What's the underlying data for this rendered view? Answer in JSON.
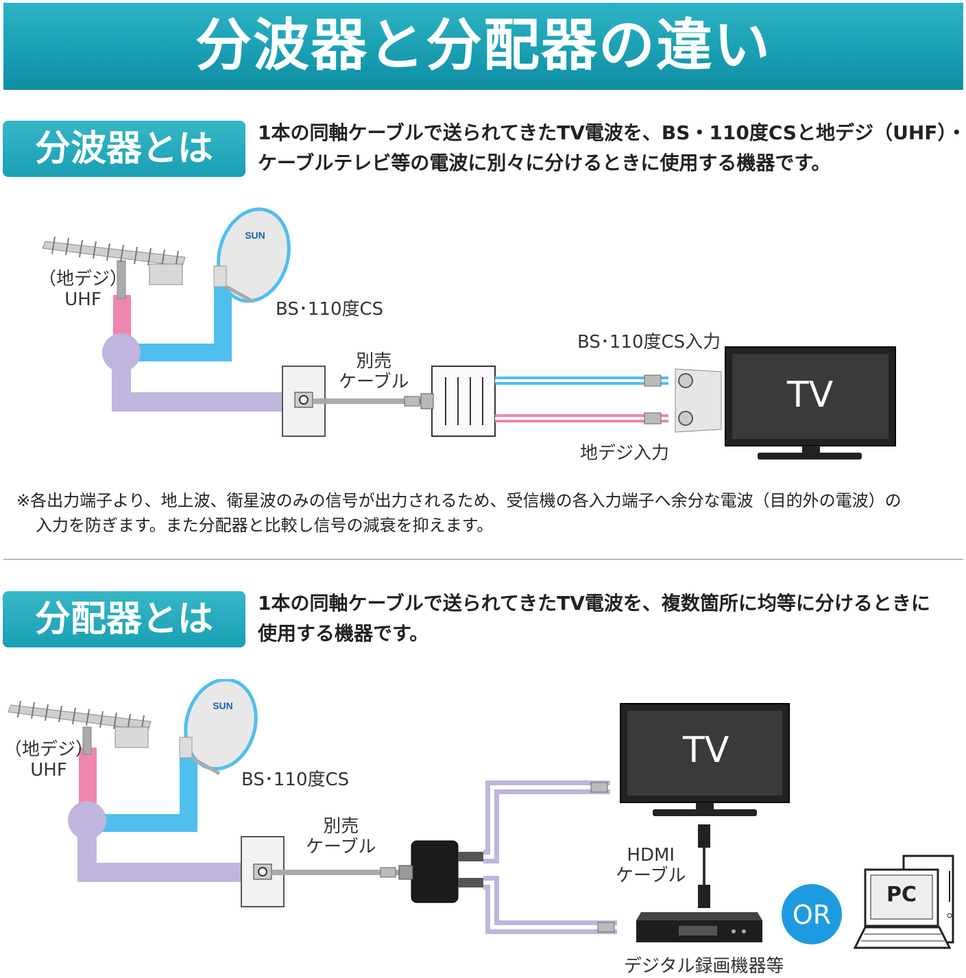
{
  "header": {
    "title": "分波器と分配器の違い"
  },
  "section1": {
    "heading": "分波器とは",
    "desc_line1": "1本の同軸ケーブルで送られてきたTV電波を、BS・110度CSと地デジ（UHF）・",
    "desc_line2": "ケーブルテレビ等の電波に別々に分けるときに使用する機器です。",
    "antenna_label_1": "（地デジ）",
    "antenna_label_2": "UHF",
    "dish_label": "BS･110度CS",
    "cable_label_1": "別売",
    "cable_label_2": "ケーブル",
    "bs_input_label": "BS･110度CS入力",
    "terrestrial_input_label": "地デジ入力",
    "tv_label": "TV",
    "note_line1": "※各出力端子より、地上波、衛星波のみの信号が出力されるため、受信機の各入力端子へ余分な電波（目的外の電波）の",
    "note_line2": "入力を防ぎます。また分配器と比較し信号の減衰を抑えます。"
  },
  "section2": {
    "heading": "分配器とは",
    "desc_line1": "1本の同軸ケーブルで送られてきたTV電波を、複数箇所に均等に分けるときに",
    "desc_line2": "使用する機器です。",
    "antenna_label_1": "（地デジ）",
    "antenna_label_2": "UHF",
    "dish_label": "BS･110度CS",
    "cable_label_1": "別売",
    "cable_label_2": "ケーブル",
    "tv_label": "TV",
    "hdmi_label_1": "HDMI",
    "hdmi_label_2": "ケーブル",
    "or_label": "OR",
    "pc_label": "PC",
    "recorder_label": "デジタル録画機器等"
  },
  "colors": {
    "banner": "#1a9fb3",
    "uhf_line": "#ee86b0",
    "bs_line": "#4fbfee",
    "mixed_line": "#bfb5dd",
    "or_badge": "#1e9be0"
  }
}
